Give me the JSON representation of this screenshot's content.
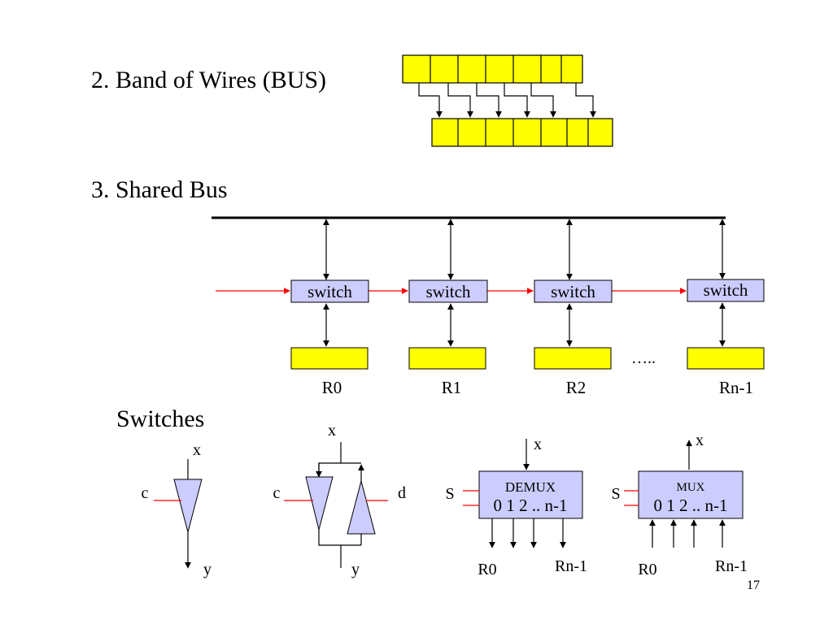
{
  "headings": {
    "band_of_wires": "2. Band of Wires (BUS)",
    "shared_bus": "3. Shared Bus",
    "switches": "Switches"
  },
  "shared_bus": {
    "switch_labels": [
      "switch",
      "switch",
      "switch",
      "switch"
    ],
    "register_labels": [
      "R0",
      "R1",
      "R2",
      "Rn-1"
    ],
    "ellipsis": "….."
  },
  "switches": {
    "tri_single": {
      "x": "x",
      "c": "c",
      "y": "y"
    },
    "tri_bidir": {
      "x": "x",
      "c": "c",
      "d": "d",
      "y": "y"
    },
    "demux": {
      "title": "DEMUX",
      "ports": "0 1 2 .. n-1",
      "x": "x",
      "s": "S",
      "out_first": "R0",
      "out_last": "Rn-1"
    },
    "mux": {
      "title": "MUX",
      "ports": "0 1 2 .. n-1",
      "x": "x",
      "s": "S",
      "in_first": "R0",
      "in_last": "Rn-1"
    }
  },
  "page_number": "17",
  "colors": {
    "register_fill": "#ffff00",
    "switch_fill": "#ccccff",
    "control_line": "#ff0000",
    "line": "#000000"
  }
}
